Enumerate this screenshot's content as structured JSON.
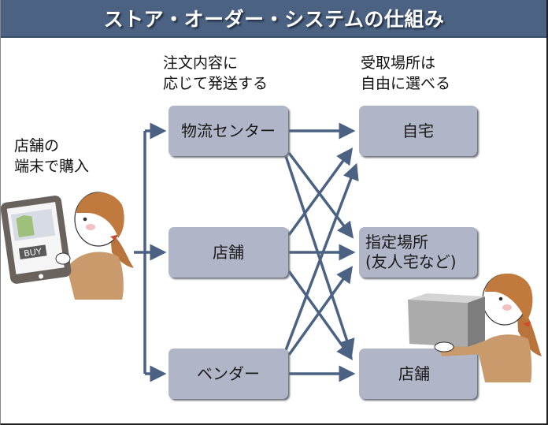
{
  "title": "ストア・オーダー・システムの仕組み",
  "captions": {
    "purchase": "店舗の\n端末で購入",
    "ship": "注文内容に\n応じて発送する",
    "receive": "受取場所は\n自由に選べる"
  },
  "sources": [
    {
      "label": "物流センター"
    },
    {
      "label": "店舗"
    },
    {
      "label": "ベンダー"
    }
  ],
  "destinations": [
    {
      "label": "自宅"
    },
    {
      "label": "指定場所\n(友人宅など)"
    },
    {
      "label": "店舗"
    }
  ],
  "tablet": {
    "button_label": "BUY"
  },
  "colors": {
    "header": "#4c6282",
    "arrow": "#4b6283",
    "box": "#b0b6c8"
  },
  "connections": "each source ships to every destination"
}
